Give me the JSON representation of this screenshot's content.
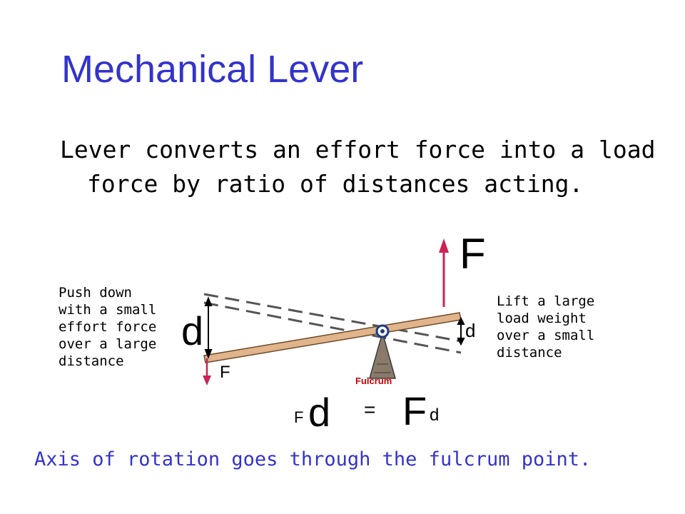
{
  "slide": {
    "title": "Mechanical Lever",
    "subtitle": "Lever converts an effort force into a load force by ratio of distances acting.",
    "left_note": {
      "lines": [
        "Push down",
        "with a small",
        "effort force",
        "over a large",
        "distance"
      ]
    },
    "right_note": {
      "lines": [
        "Lift a large",
        "load weight",
        "over a small",
        "distance"
      ]
    },
    "axis_note": "Axis of rotation goes through the fulcrum point.",
    "colors": {
      "title": "#3333cc",
      "axis_note": "#3333cc",
      "fulcrum_label": "#cc0000",
      "force_arrow": "#cc2255",
      "beam": "#e2b48c",
      "fulcrum": "#8a7a6a"
    }
  },
  "diagram": {
    "fulcrum_label": "Fulcrum",
    "force_top": "F",
    "distance_left": "d",
    "distance_right": "d",
    "force_left": "F",
    "equation": {
      "effort_subscript": "F",
      "effort_distance": "d",
      "equals": "=",
      "load_force": "F",
      "load_subscript": "d"
    }
  }
}
